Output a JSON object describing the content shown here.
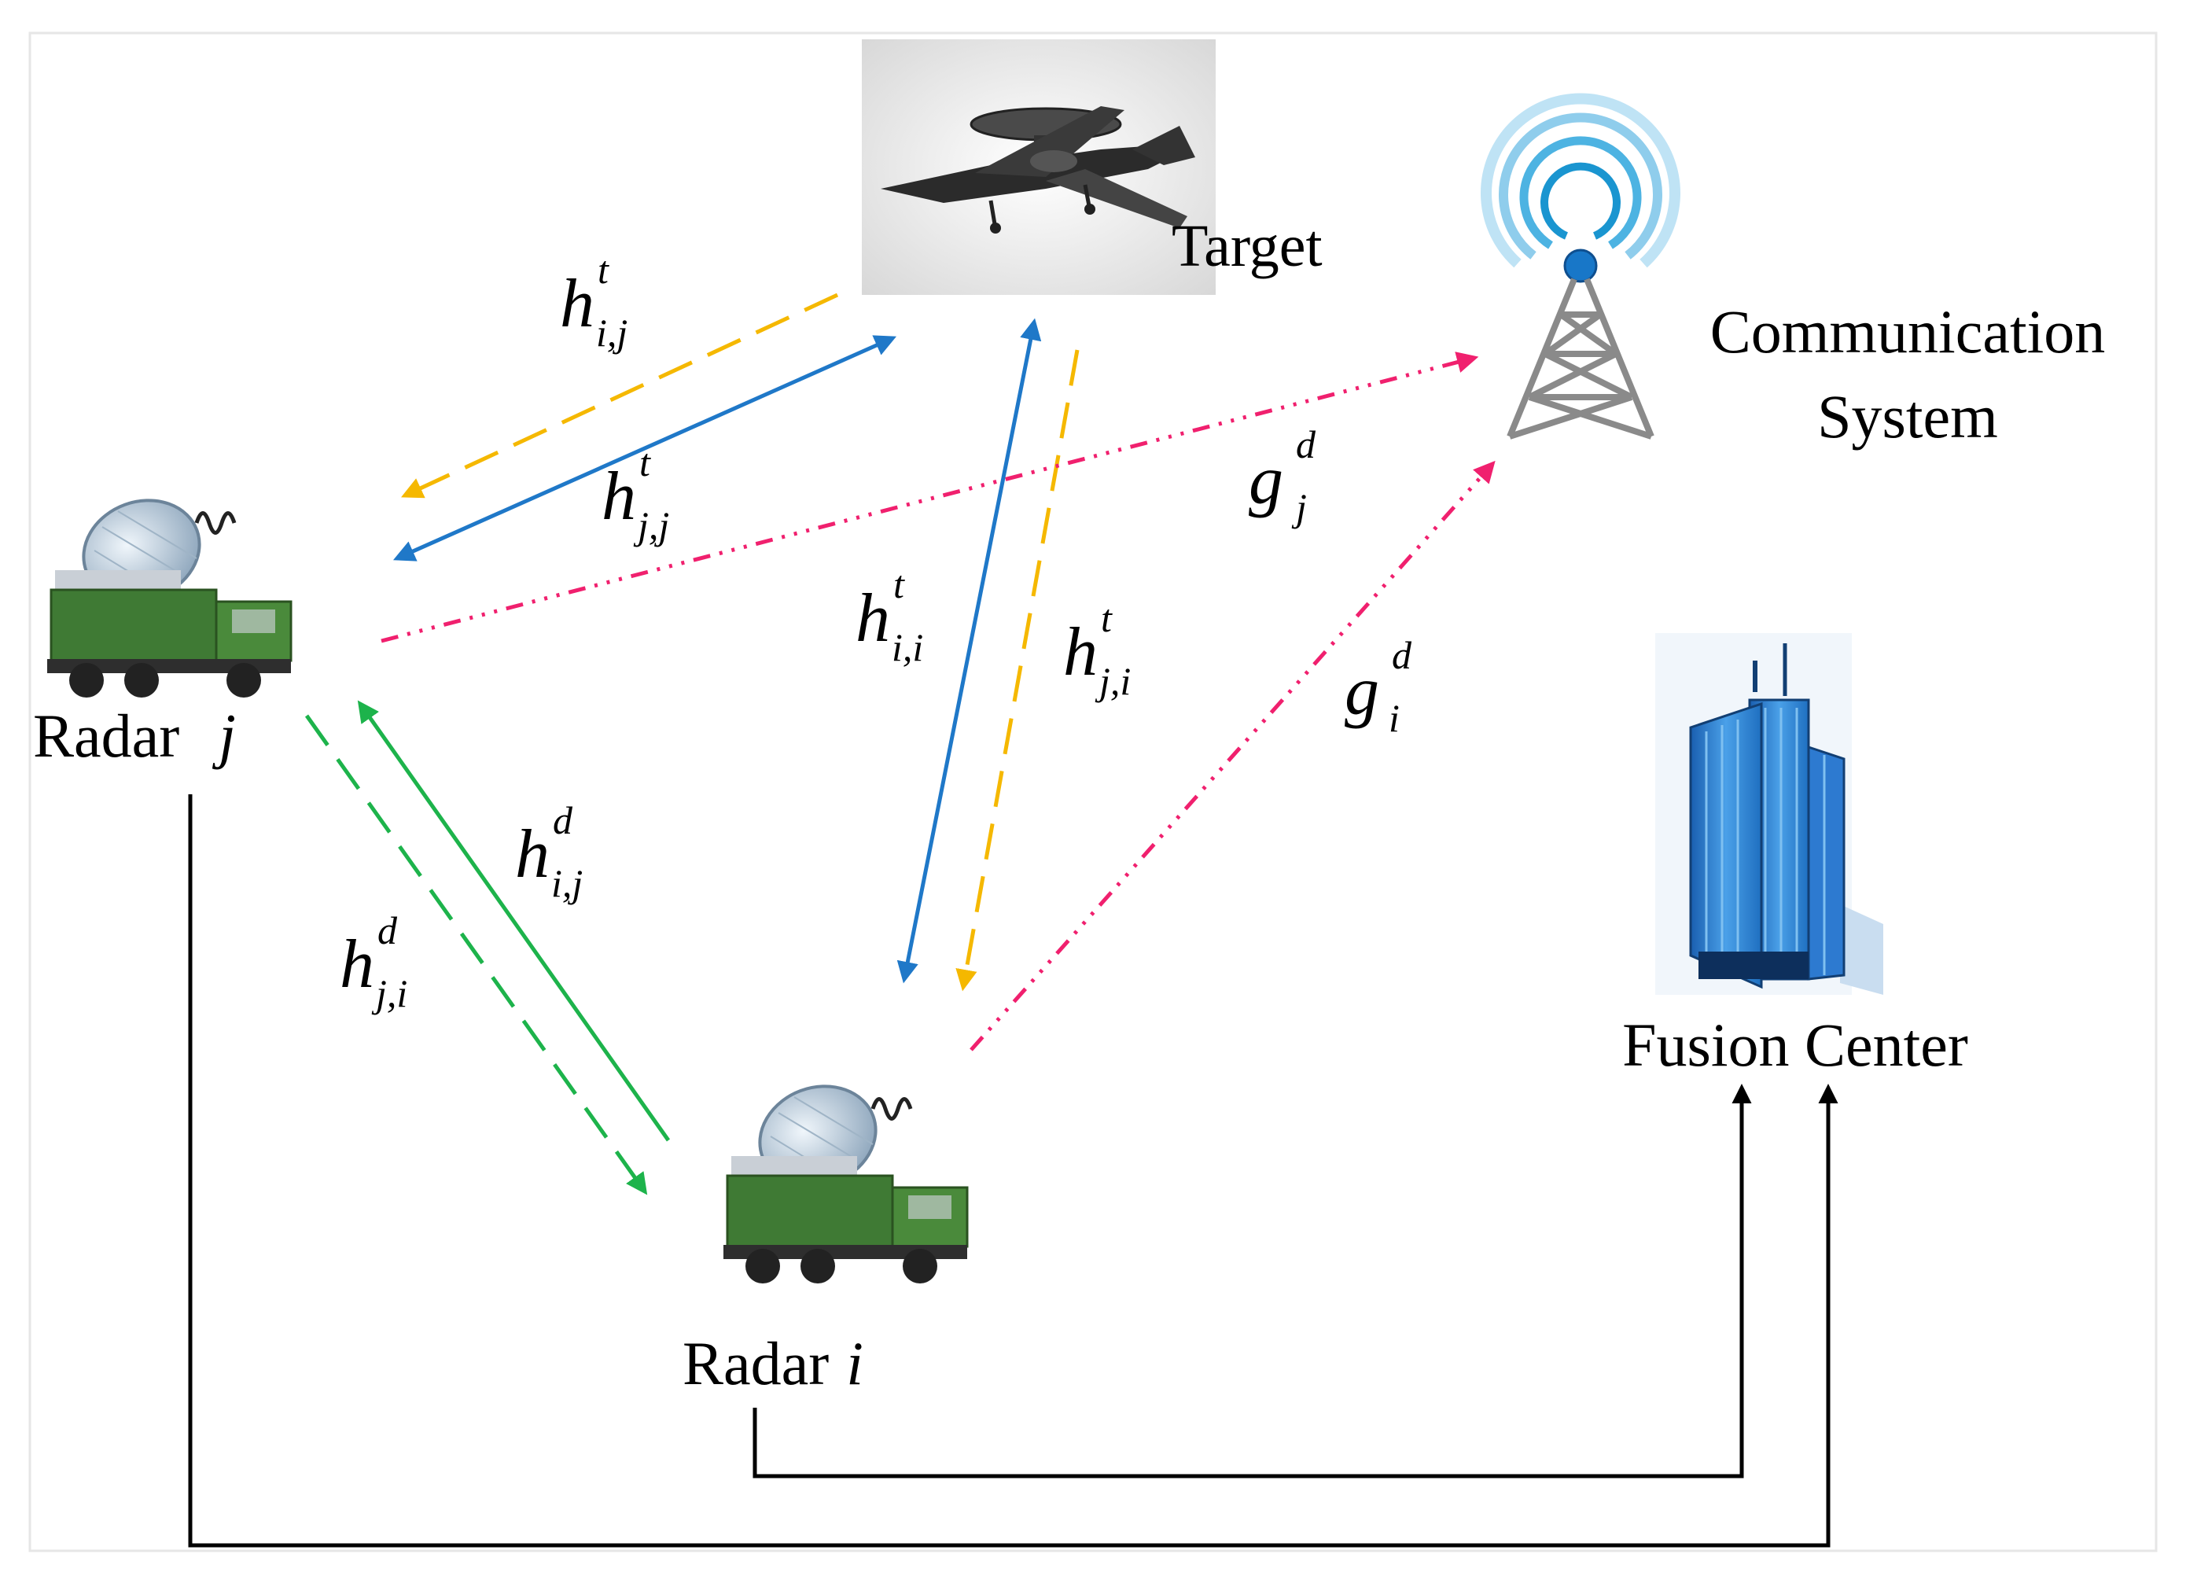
{
  "labels": {
    "target": "Target",
    "comm_line1": "Communication",
    "comm_line2": "System",
    "radar_j": "Radar",
    "radar_j_var": "j",
    "radar_i": "Radar",
    "radar_i_var": "i",
    "fusion": "Fusion Center"
  },
  "channels": {
    "h_ij_t": {
      "base": "h",
      "sup": "t",
      "sub": "i,j"
    },
    "h_jj_t": {
      "base": "h",
      "sup": "t",
      "sub": "j,j"
    },
    "h_ii_t": {
      "base": "h",
      "sup": "t",
      "sub": "i,i"
    },
    "h_ji_t": {
      "base": "h",
      "sup": "t",
      "sub": "j,i"
    },
    "g_j_d": {
      "base": "g",
      "sup": "d",
      "sub": "j"
    },
    "g_i_d": {
      "base": "g",
      "sup": "d",
      "sub": "i"
    },
    "h_ij_d": {
      "base": "h",
      "sup": "d",
      "sub": "i,j"
    },
    "h_ji_d": {
      "base": "h",
      "sup": "d",
      "sub": "j,i"
    }
  },
  "colors": {
    "target_echo_blue": "#1f78c8",
    "cross_echo_orange": "#f5b800",
    "interference_pink": "#f0206e",
    "radar_link_green": "#1db34b",
    "fusion_link_black": "#000000"
  },
  "icons": {
    "target": "airplane-icon",
    "comm": "antenna-tower-icon",
    "radar_j": "radar-truck-icon",
    "radar_i": "radar-truck-icon",
    "fusion": "building-icon"
  }
}
